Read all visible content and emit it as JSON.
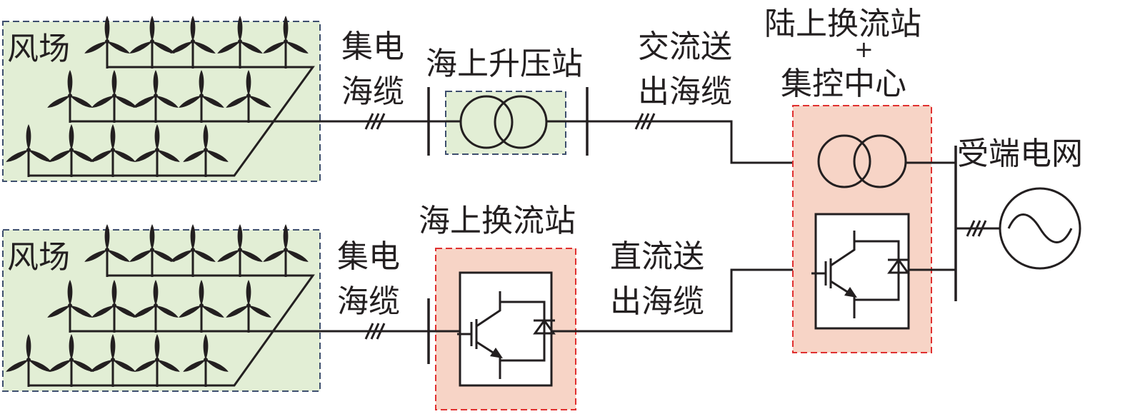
{
  "farms": [
    {
      "label": "风场"
    },
    {
      "label": "风场"
    }
  ],
  "collector_cable": {
    "label_line1": "集电",
    "label_line2": "海缆"
  },
  "offshore_substation": {
    "label": "海上升压站"
  },
  "ac_export_cable": {
    "label_line1": "交流送",
    "label_line2": "出海缆"
  },
  "offshore_converter": {
    "label": "海上换流站"
  },
  "dc_export_cable": {
    "label_line1": "直流送",
    "label_line2": "出海缆"
  },
  "onshore_station": {
    "label_line1": "陆上换流站",
    "label_plus": "+",
    "label_line2": "集控中心"
  },
  "grid": {
    "label": "受端电网"
  },
  "colors": {
    "farm_fill": "#e2eed5",
    "farm_border": "#3e4f6e",
    "station_fill": "#f7d4c6",
    "station_border": "#e03030",
    "substation_fill": "#e2eed5",
    "line": "#231f20"
  }
}
